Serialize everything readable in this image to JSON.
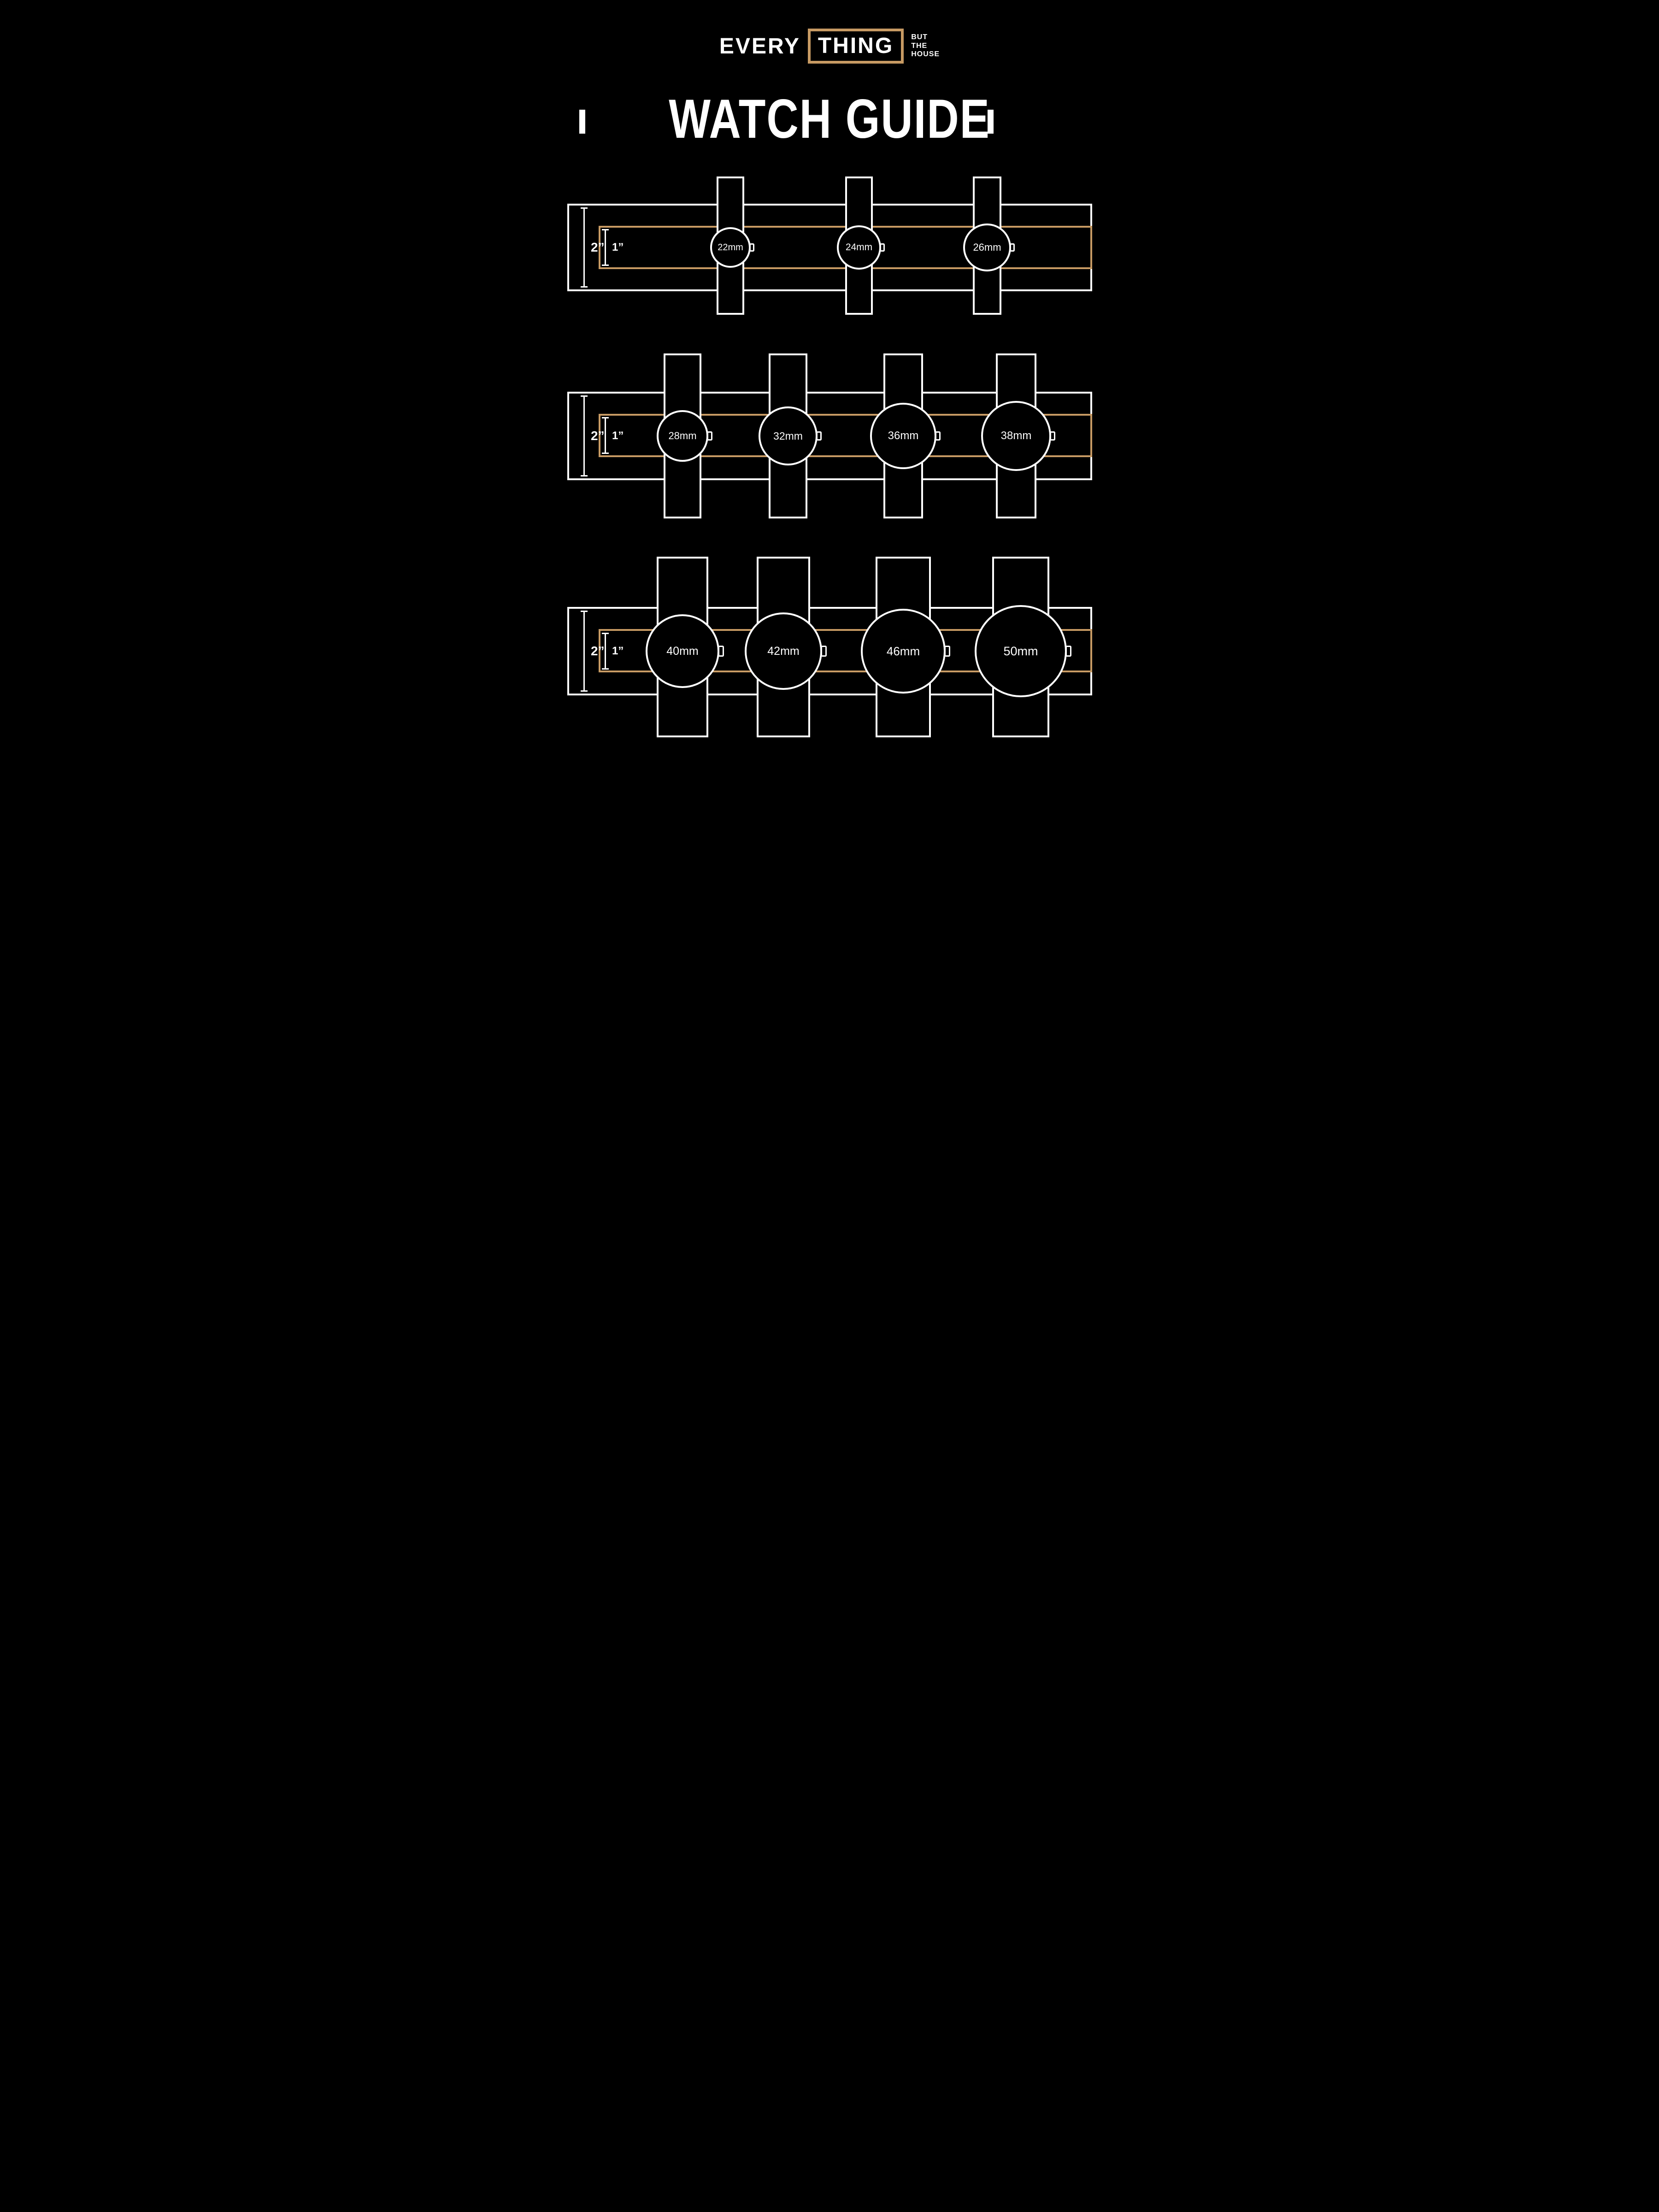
{
  "colors": {
    "background": "#000000",
    "white": "#FFFFFF",
    "tan": "#C79A63"
  },
  "logo": {
    "word_outside": "EVERY",
    "word_boxed": "THING",
    "tagline_lines": [
      "BUT",
      "THE",
      "HOUSE"
    ]
  },
  "title": "WATCH GUIDE",
  "rows": [
    {
      "outer_band_label": "2”",
      "inner_band_label": "1”",
      "watches": [
        {
          "size": "22mm"
        },
        {
          "size": "24mm"
        },
        {
          "size": "26mm"
        }
      ]
    },
    {
      "outer_band_label": "2”",
      "inner_band_label": "1”",
      "watches": [
        {
          "size": "28mm"
        },
        {
          "size": "32mm"
        },
        {
          "size": "36mm"
        },
        {
          "size": "38mm"
        }
      ]
    },
    {
      "outer_band_label": "2”",
      "inner_band_label": "1”",
      "watches": [
        {
          "size": "40mm"
        },
        {
          "size": "42mm"
        },
        {
          "size": "46mm"
        },
        {
          "size": "50mm"
        }
      ]
    }
  ]
}
